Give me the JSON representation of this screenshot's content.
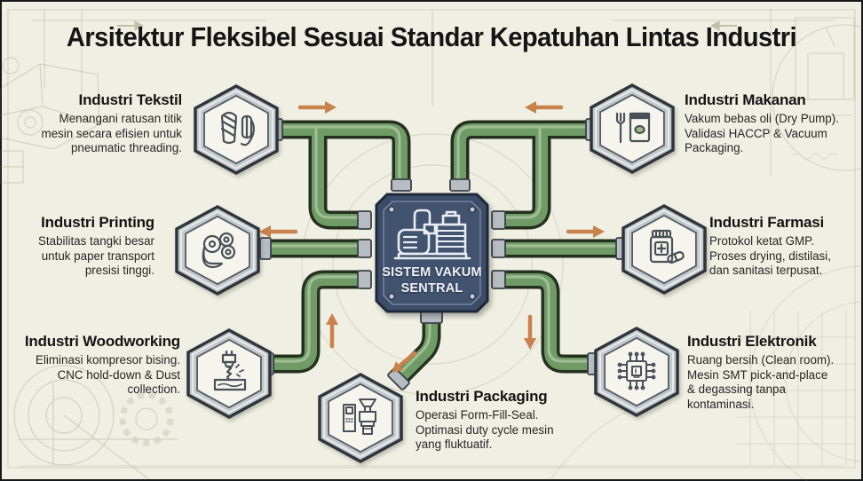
{
  "title": "Arsitektur Fleksibel Sesuai Standar Kepatuhan Lintas Industri",
  "central_hub": {
    "label_line1": "SISTEM VAKUM",
    "label_line2": "SENTRAL",
    "icon": "vacuum-pump-icon"
  },
  "industries": [
    {
      "id": "tekstil",
      "name": "Industri Tekstil",
      "icon": "thread-spool-icon",
      "lines": [
        "Menangani ratusan titik",
        "mesin secara efisien untuk",
        "pneumatic threading."
      ]
    },
    {
      "id": "makanan",
      "name": "Industri Makanan",
      "icon": "fork-and-vacuum-bag-icon",
      "lines": [
        "Vakum bebas oli (Dry Pump).",
        "Validasi HACCP & Vacuum",
        "Packaging."
      ]
    },
    {
      "id": "printing",
      "name": "Industri Printing",
      "icon": "paper-rolls-icon",
      "lines": [
        "Stabilitas tangki besar",
        "untuk paper transport",
        "presisi tinggi."
      ]
    },
    {
      "id": "farmasi",
      "name": "Industri Farmasi",
      "icon": "medicine-bottle-icon",
      "lines": [
        "Protokol ketat GMP.",
        "Proses drying, distilasi,",
        "dan sanitasi terpusat."
      ]
    },
    {
      "id": "woodworking",
      "name": "Industri Woodworking",
      "icon": "cnc-router-icon",
      "lines": [
        "Eliminasi kompresor bising.",
        "CNC hold-down & Dust",
        "collection."
      ]
    },
    {
      "id": "elektronik",
      "name": "Industri Elektronik",
      "icon": "microchip-icon",
      "lines": [
        "Ruang bersih (Clean room).",
        "Mesin SMT pick-and-place",
        "& degassing tanpa",
        "kontaminasi."
      ]
    },
    {
      "id": "packaging",
      "name": "Industri Packaging",
      "icon": "form-fill-seal-machine-icon",
      "lines": [
        "Operasi Form-Fill-Seal.",
        "Optimasi duty cycle mesin",
        "yang fluktuatif."
      ]
    }
  ],
  "flow_arrows": [
    {
      "near": "tekstil",
      "direction": "right"
    },
    {
      "near": "makanan",
      "direction": "left"
    },
    {
      "near": "printing",
      "direction": "left"
    },
    {
      "near": "farmasi",
      "direction": "right"
    },
    {
      "near": "woodworking",
      "direction": "up"
    },
    {
      "near": "elektronik",
      "direction": "down"
    },
    {
      "near": "packaging",
      "direction": "down-left"
    }
  ],
  "colors": {
    "background": "#f0efe3",
    "pipe_green": "#6f9b67",
    "pipe_outline": "#26301f",
    "arrow_orange": "#c9824d",
    "hub_navy": "#3c4c69",
    "hexagon_ring": "#c2c8cd"
  }
}
